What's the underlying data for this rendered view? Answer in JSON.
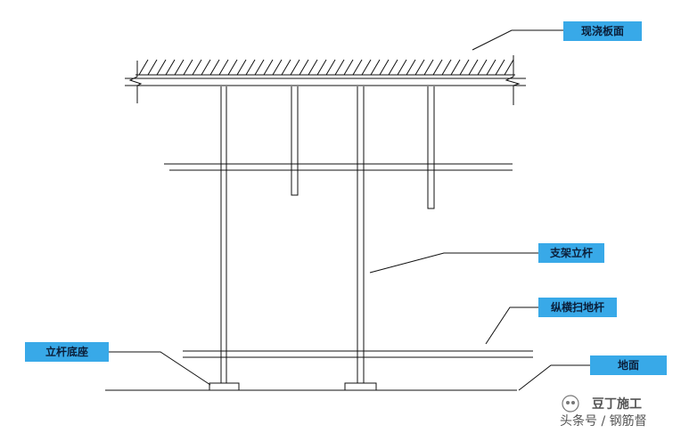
{
  "labels": {
    "slab": "现浇板面",
    "pole": "支架立杆",
    "sweep": "纵横扫地杆",
    "base": "立杆底座",
    "ground": "地面"
  },
  "watermark": {
    "line1": "豆丁施工",
    "line2": "头条号 / 钢筋督"
  },
  "colors": {
    "label_fill": "#38a9e8",
    "line": "#111111"
  }
}
